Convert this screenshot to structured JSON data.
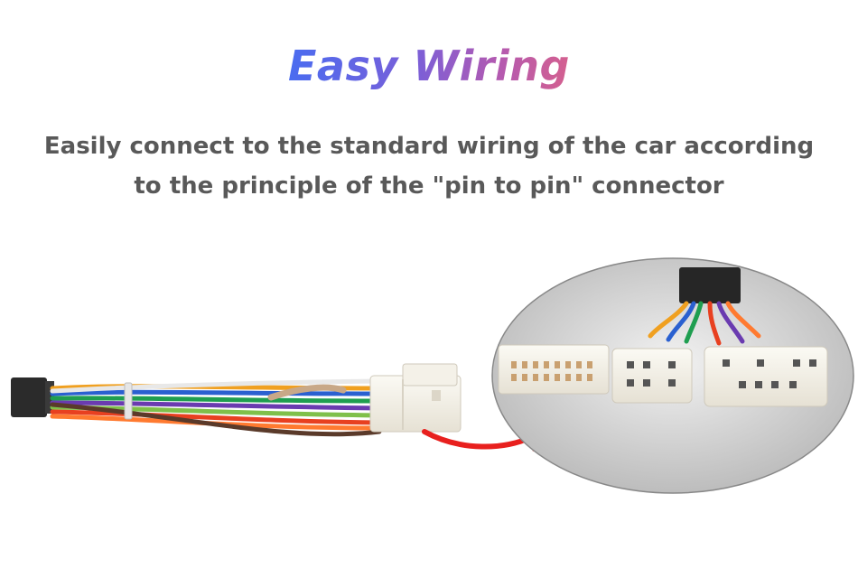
{
  "header": {
    "title": "Easy Wiring",
    "subtitle_line1": "Easily connect to the standard wiring of the car according",
    "subtitle_line2": "to the principle of the \"pin to pin\" connector"
  },
  "product": {
    "icon": "wiring-harness-icon",
    "zoom_icon": "connector-closeup-icon",
    "arrow_color": "#e8201e",
    "plug_color": "#f2efe6"
  }
}
